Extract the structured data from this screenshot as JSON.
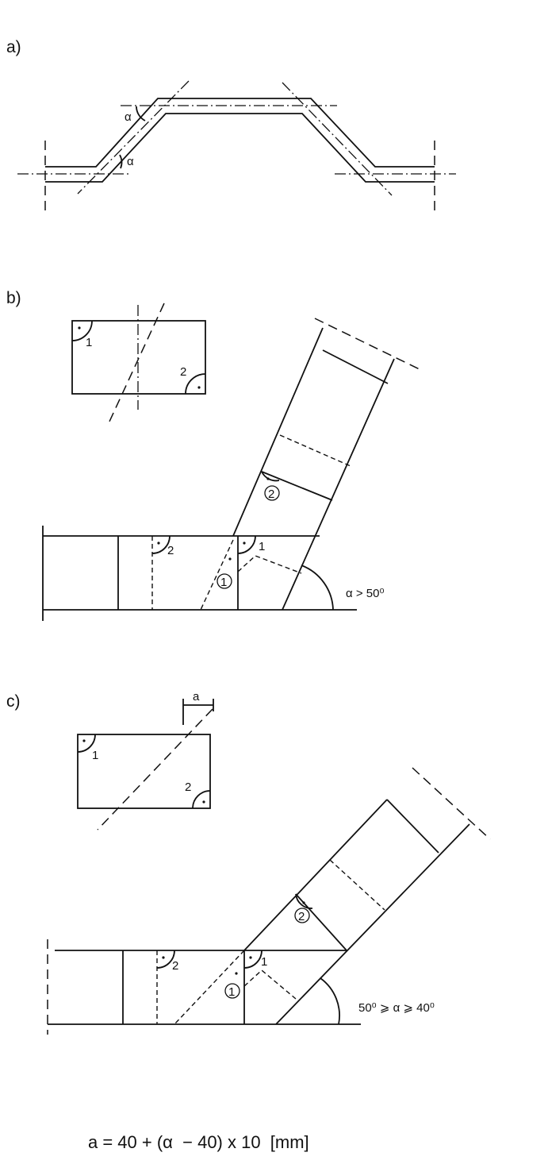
{
  "panels": {
    "a": {
      "label": "a)",
      "angle_top": "α",
      "angle_bottom": "α"
    },
    "b": {
      "label": "b)",
      "inset_mark_1": "1",
      "inset_mark_2": "2",
      "mark_2_upper": "2",
      "mark_2_left": "2",
      "mark_1_right": "1",
      "mark_1_lower": "1",
      "condition": "α > 50⁰"
    },
    "c": {
      "label": "c)",
      "dim_a": "a",
      "inset_mark_1": "1",
      "inset_mark_2": "2",
      "mark_2_upper": "2",
      "mark_2_left": "2",
      "mark_1_right": "1",
      "mark_1_lower": "1",
      "condition": "50⁰ ⩾ α ⩾ 40⁰"
    }
  },
  "formula": "a = 40 + (α  − 40) x 10  [mm]"
}
